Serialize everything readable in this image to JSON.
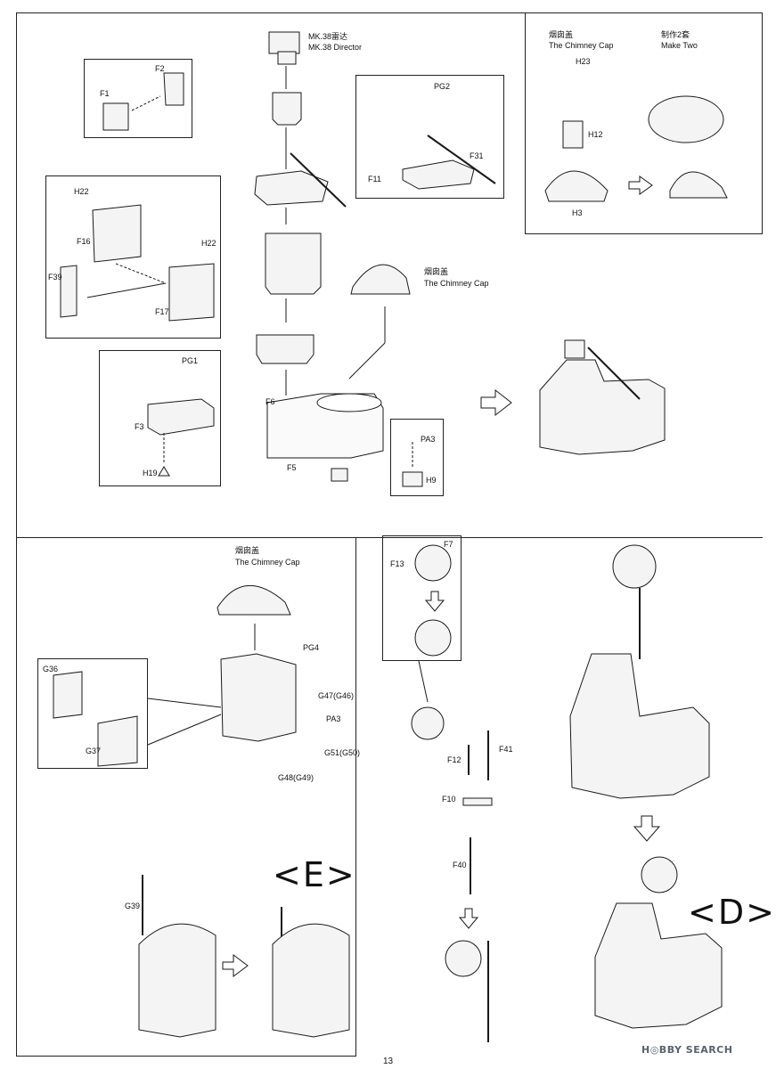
{
  "colors": {
    "line": "#1a1a1a",
    "part_fill": "#f4f4f4",
    "shade": "#c8c8c8",
    "watermark": "#5a6270"
  },
  "top_center": {
    "director_cn": "MK.38雷达",
    "director_en": "MK.38 Director",
    "cap_cn": "烟囱盖",
    "cap_en": "The Chimney Cap",
    "parts": {
      "f6": "F6",
      "f5": "F5"
    }
  },
  "box_f1f2": {
    "f1": "F1",
    "f2": "F2"
  },
  "box_f16": {
    "h22a": "H22",
    "h22b": "H22",
    "f16": "F16",
    "f39": "F39",
    "f17": "F17"
  },
  "box_f3": {
    "pg1": "PG1",
    "f3": "F3",
    "h19": "H19"
  },
  "box_pg2": {
    "pg2": "PG2",
    "f31": "F31",
    "f11": "F11"
  },
  "box_pa3": {
    "pa3": "PA3",
    "h9": "H9"
  },
  "top_right": {
    "cap_cn": "烟囱盖",
    "cap_en": "The Chimney Cap",
    "make_two_cn": "制作2套",
    "make_two_en": "Make Two",
    "h23": "H23",
    "h12": "H12",
    "h3": "H3"
  },
  "bottom_left": {
    "cap_cn": "烟囱盖",
    "cap_en": "The Chimney Cap",
    "pg4": "PG4",
    "g47": "G47(G46)",
    "pa3": "PA3",
    "g51": "G51(G50)",
    "g48": "G48(G49)",
    "g36": "G36",
    "g37": "G37",
    "g39": "G39",
    "stage_label": "<E>"
  },
  "bottom_mid": {
    "f7": "F7",
    "f13": "F13",
    "f12": "F12",
    "f41": "F41",
    "f10": "F10",
    "f40": "F40"
  },
  "bottom_right": {
    "stage_label": "<D>"
  },
  "footer": {
    "page_number": "13",
    "watermark": "H◎BBY SEARCH"
  }
}
